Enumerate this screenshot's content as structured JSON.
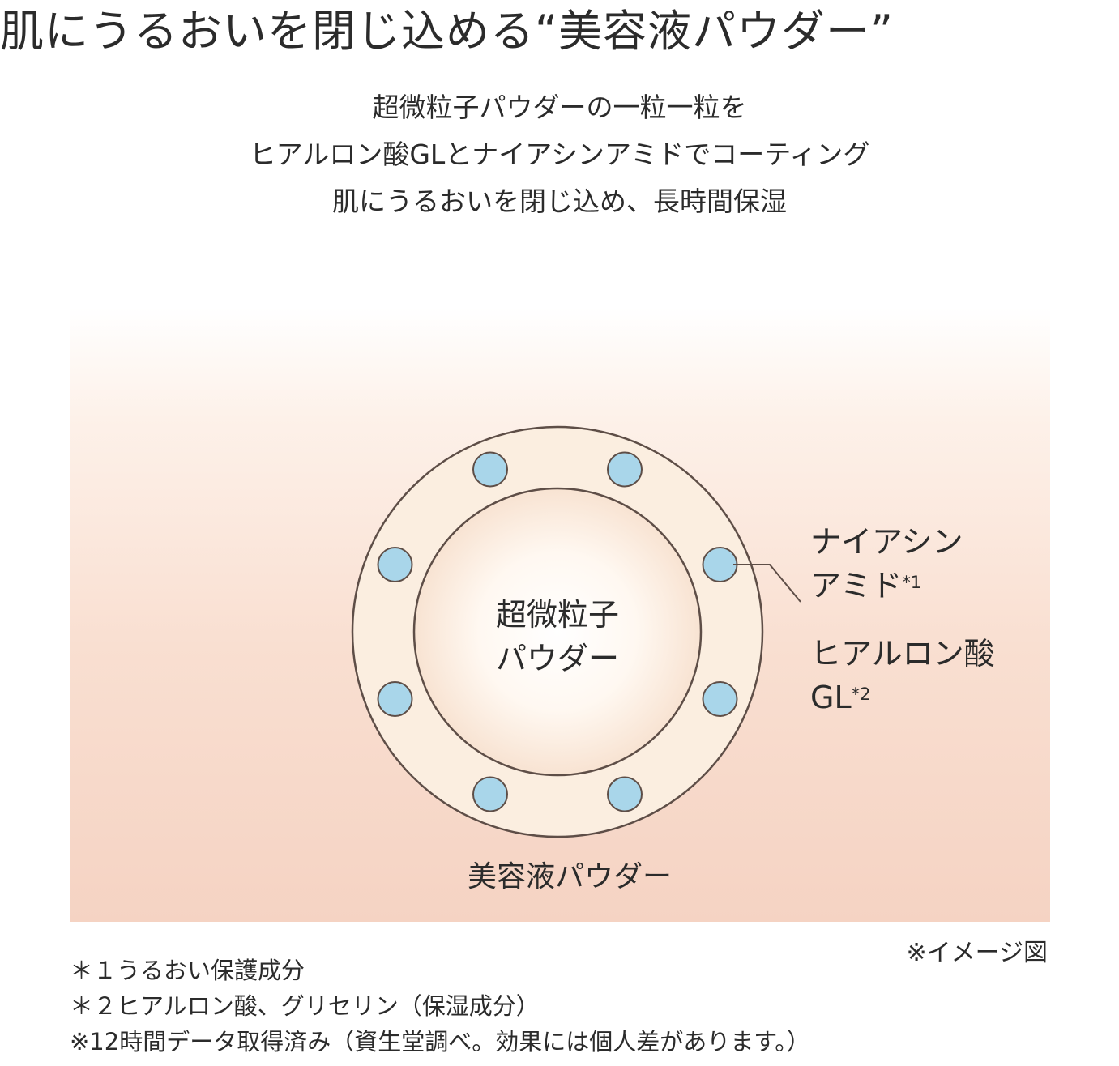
{
  "headline": "肌にうるおいを閉じ込める“美容液パウダー”",
  "intro_lines": [
    "超微粒子パウダーの一粒一粒を",
    "ヒアルロン酸GLとナイアシンアミドでコーティング",
    "肌にうるおいを閉じ込め、長時間保湿"
  ],
  "diagram": {
    "core_label_lines": [
      "超微粒子",
      "パウダー"
    ],
    "outer_label": "美容液パウダー",
    "callouts": [
      {
        "lines": [
          "ナイアシン",
          "アミド"
        ],
        "sup": "*1"
      },
      {
        "lines": [
          "ヒアルロン酸",
          "GL"
        ],
        "sup": "*2"
      }
    ],
    "colors": {
      "ring_fill": "#fbeee0",
      "ring_stroke": "#5e4e47",
      "dot_fill": "#a9d6ea",
      "dot_stroke": "#5e4e47"
    }
  },
  "image_note": "※イメージ図",
  "footnotes": [
    "＊１うるおい保護成分",
    "＊２ヒアルロン酸、グリセリン（保湿成分）",
    "※12時間データ取得済み（資生堂調べ。効果には個人差があります。）"
  ]
}
